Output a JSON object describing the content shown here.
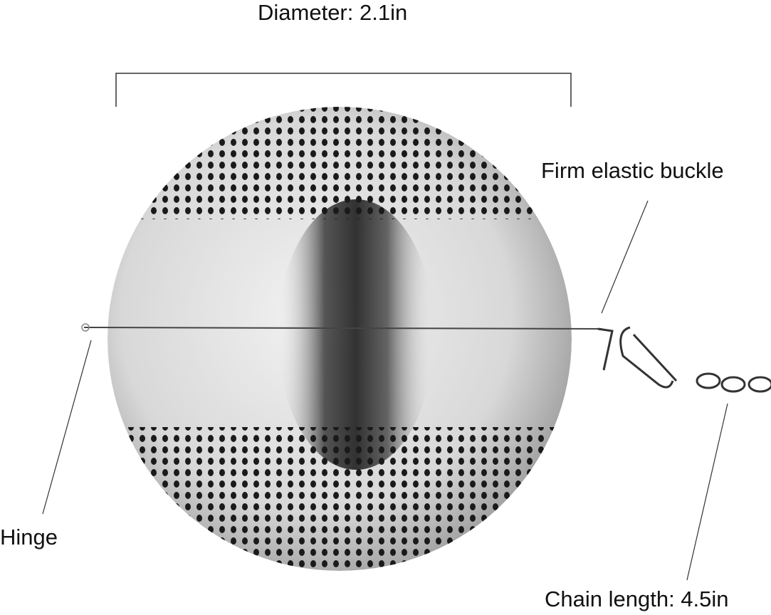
{
  "labels": {
    "diameter": "Diameter: 2.1in",
    "buckle": "Firm elastic buckle",
    "hinge": "Hinge",
    "chain": "Chain length: 4.5in"
  },
  "colors": {
    "text": "#111111",
    "metal_light": "#f4f4f4",
    "metal_dark": "#2a2a2a"
  }
}
